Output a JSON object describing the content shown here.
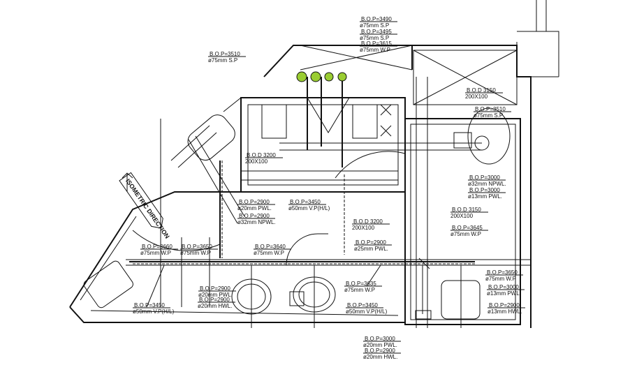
{
  "drawing": {
    "isometric_label": "ISOMETRIC DIRECTION",
    "annotations": [
      {
        "line1": "B.O.P=3490",
        "line2": "ø75mm S.P"
      },
      {
        "line1": "B.O.P=3495",
        "line2": "ø75mm S.P"
      },
      {
        "line1": "B.O.P=3615",
        "line2": "ø75mm W.P"
      },
      {
        "line1": "B.O.P=3510",
        "line2": "ø75mm S.P"
      },
      {
        "line1": "B.O.D 3150",
        "line2": "200X100"
      },
      {
        "line1": "B.O.P=3510",
        "line2": "ø75mm S.P"
      },
      {
        "line1": "B.O.D 3200",
        "line2": "200X100"
      },
      {
        "line1": "B.O.P=3000",
        "line2": "ø32mm NPWL."
      },
      {
        "line1": "B.O.P=3000",
        "line2": "ø13mm PWL."
      },
      {
        "line1": "B.O.P=2900",
        "line2": "ø20mm PWL."
      },
      {
        "line1": "B.O.P=3450",
        "line2": "ø50mm V.P(H/L)"
      },
      {
        "line1": "B.O.P=2900",
        "line2": "ø32mm NPWL."
      },
      {
        "line1": "B.O.D 3150",
        "line2": "200X100"
      },
      {
        "line1": "B.O.D 3200",
        "line2": "200X100"
      },
      {
        "line1": "B.O.P=3645",
        "line2": "ø75mm W.P"
      },
      {
        "line1": "B.O.P=2900",
        "line2": "ø25mm PWL."
      },
      {
        "line1": "B.O.P=3660",
        "line2": "ø75mm W.P"
      },
      {
        "line1": "B.O.P=3650",
        "line2": "ø75mm W.P"
      },
      {
        "line1": "B.O.P=3640",
        "line2": "ø75mm W.P"
      },
      {
        "line1": "B.O.P=3650",
        "line2": "ø75mm W.P"
      },
      {
        "line1": "B.O.P=3000",
        "line2": "ø13mm PWL."
      },
      {
        "line1": "B.O.P=2900",
        "line2": "ø13mm HWL."
      },
      {
        "line1": "B.O.P=2900",
        "line2": "ø20mm PWL."
      },
      {
        "line1": "B.O.P=2900",
        "line2": "ø20mm HWL."
      },
      {
        "line1": "B.O.P=3635",
        "line2": "ø75mm W.P"
      },
      {
        "line1": "B.O.P=3450",
        "line2": "ø50mm V.P(H/L)"
      },
      {
        "line1": "B.O.P=3450",
        "line2": "ø50mm V.P(H/L)"
      },
      {
        "line1": "B.O.P=3000",
        "line2": "ø20mm PWL."
      },
      {
        "line1": "B.O.P=2900",
        "line2": "ø20mm HWL."
      }
    ],
    "colors": {
      "line": "#111111",
      "vent_caps": "#9acd32",
      "background": "#ffffff"
    }
  }
}
